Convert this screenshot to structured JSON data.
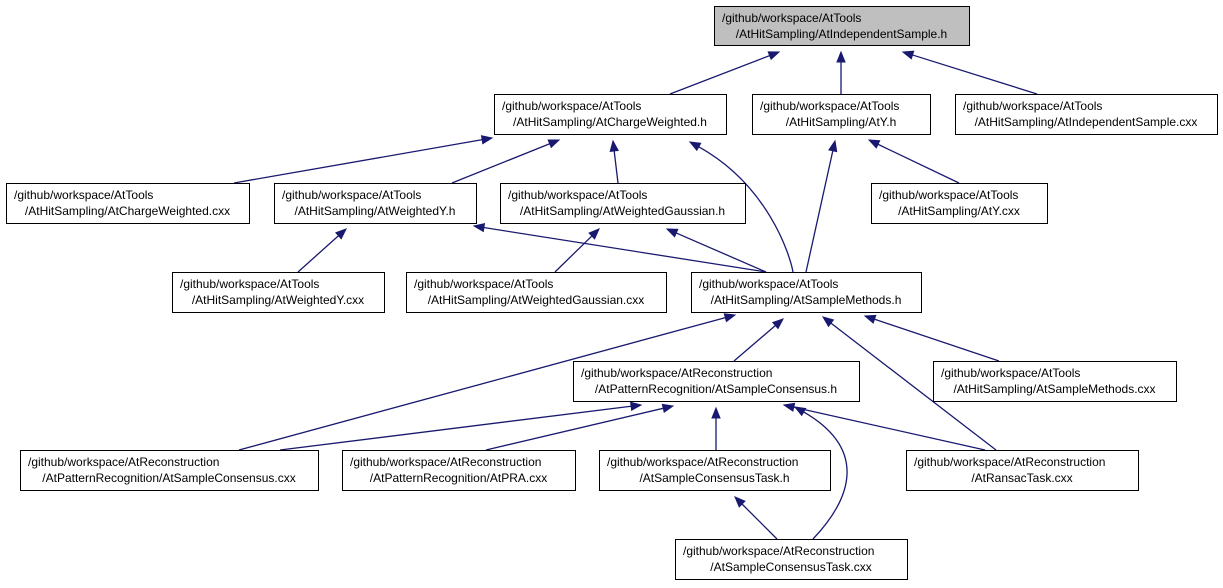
{
  "diagram": {
    "nodes": [
      {
        "id": "root",
        "line1": "/github/workspace/AtTools",
        "line2": "/AtHitSampling/AtIndependentSample.h",
        "root": true
      },
      {
        "id": "cw_h",
        "line1": "/github/workspace/AtTools",
        "line2": "/AtHitSampling/AtChargeWeighted.h"
      },
      {
        "id": "y_h",
        "line1": "/github/workspace/AtTools",
        "line2": "/AtHitSampling/AtY.h"
      },
      {
        "id": "is_cxx",
        "line1": "/github/workspace/AtTools",
        "line2": "/AtHitSampling/AtIndependentSample.cxx"
      },
      {
        "id": "cw_cxx",
        "line1": "/github/workspace/AtTools",
        "line2": "/AtHitSampling/AtChargeWeighted.cxx"
      },
      {
        "id": "wy_h",
        "line1": "/github/workspace/AtTools",
        "line2": "/AtHitSampling/AtWeightedY.h"
      },
      {
        "id": "wg_h",
        "line1": "/github/workspace/AtTools",
        "line2": "/AtHitSampling/AtWeightedGaussian.h"
      },
      {
        "id": "y_cxx",
        "line1": "/github/workspace/AtTools",
        "line2": "/AtHitSampling/AtY.cxx"
      },
      {
        "id": "wy_cxx",
        "line1": "/github/workspace/AtTools",
        "line2": "/AtHitSampling/AtWeightedY.cxx"
      },
      {
        "id": "wg_cxx",
        "line1": "/github/workspace/AtTools",
        "line2": "/AtHitSampling/AtWeightedGaussian.cxx"
      },
      {
        "id": "sm_h",
        "line1": "/github/workspace/AtTools",
        "line2": "/AtHitSampling/AtSampleMethods.h"
      },
      {
        "id": "sc_h",
        "line1": "/github/workspace/AtReconstruction",
        "line2": "/AtPatternRecognition/AtSampleConsensus.h"
      },
      {
        "id": "sm_cxx",
        "line1": "/github/workspace/AtTools",
        "line2": "/AtHitSampling/AtSampleMethods.cxx"
      },
      {
        "id": "sc_cxx",
        "line1": "/github/workspace/AtReconstruction",
        "line2": "/AtPatternRecognition/AtSampleConsensus.cxx"
      },
      {
        "id": "pra_cxx",
        "line1": "/github/workspace/AtReconstruction",
        "line2": "/AtPatternRecognition/AtPRA.cxx"
      },
      {
        "id": "sct_h",
        "line1": "/github/workspace/AtReconstruction",
        "line2": "/AtSampleConsensusTask.h"
      },
      {
        "id": "rt_cxx",
        "line1": "/github/workspace/AtReconstruction",
        "line2": "/AtRansacTask.cxx"
      },
      {
        "id": "sct_cxx",
        "line1": "/github/workspace/AtReconstruction",
        "line2": "/AtSampleConsensusTask.cxx"
      }
    ],
    "edges": [
      {
        "from": "cw_h",
        "to": "root"
      },
      {
        "from": "y_h",
        "to": "root"
      },
      {
        "from": "is_cxx",
        "to": "root"
      },
      {
        "from": "cw_cxx",
        "to": "cw_h"
      },
      {
        "from": "wy_h",
        "to": "cw_h"
      },
      {
        "from": "wg_h",
        "to": "cw_h"
      },
      {
        "from": "sm_h",
        "to": "cw_h"
      },
      {
        "from": "sm_h",
        "to": "y_h"
      },
      {
        "from": "y_cxx",
        "to": "y_h"
      },
      {
        "from": "wy_cxx",
        "to": "wy_h"
      },
      {
        "from": "sm_h",
        "to": "wy_h"
      },
      {
        "from": "wg_cxx",
        "to": "wg_h"
      },
      {
        "from": "sm_h",
        "to": "wg_h"
      },
      {
        "from": "sc_h",
        "to": "sm_h"
      },
      {
        "from": "sc_cxx",
        "to": "sm_h"
      },
      {
        "from": "sm_cxx",
        "to": "sm_h"
      },
      {
        "from": "rt_cxx",
        "to": "sm_h"
      },
      {
        "from": "sc_cxx",
        "to": "sc_h"
      },
      {
        "from": "pra_cxx",
        "to": "sc_h"
      },
      {
        "from": "sct_h",
        "to": "sc_h"
      },
      {
        "from": "rt_cxx",
        "to": "sc_h"
      },
      {
        "from": "sct_cxx",
        "to": "sc_h"
      },
      {
        "from": "sct_cxx",
        "to": "sct_h"
      }
    ]
  },
  "colors": {
    "edge": "#191970",
    "root_fill": "#bfbfbf",
    "node_fill": "#ffffff",
    "border": "#000000"
  }
}
